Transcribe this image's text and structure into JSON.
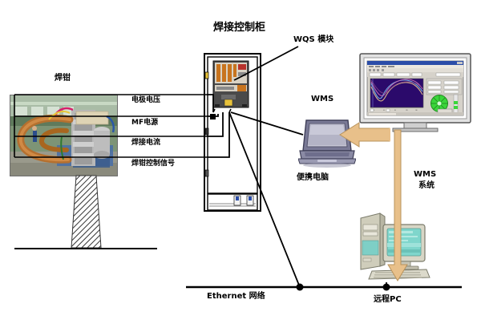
{
  "diagram": {
    "title_label": "焊接控制柜",
    "labels": {
      "welding_gun": "焊钳",
      "wqs_module": "WQS 模块",
      "wms": "WMS",
      "portable_computer": "便携电脑",
      "wms_system_line1": "WMS",
      "wms_system_line2": "系统",
      "ethernet": "Ethernet 网络",
      "remote_pc": "远程PC"
    },
    "signals": [
      {
        "name": "electrode-voltage",
        "label": "电极电压"
      },
      {
        "name": "mf-power-supply",
        "label": "MF电源"
      },
      {
        "name": "welding-current",
        "label": "焊接电流"
      },
      {
        "name": "gun-control-signal",
        "label": "焊钳控制信号"
      }
    ],
    "colors": {
      "line": "#000000",
      "arrow_fill": "#e8c08a",
      "arrow_edge": "#b8935c",
      "cabinet_body": "#ffffff",
      "cabinet_edge": "#000000",
      "module_panel": "#4a4a4a",
      "module_copper": "#c8741e",
      "laptop_body": "#7a7a96",
      "laptop_screen": "#c9c9d8",
      "monitor_bezel": "#dcdcdc",
      "plot_bg": "#2b0a6b",
      "gauge_green": "#2fd22f",
      "pc_body": "#d8d6c4",
      "pc_screen": "#7fd6cc",
      "photo_green": "#6f8f6a",
      "photo_copper": "#b5702f"
    }
  }
}
